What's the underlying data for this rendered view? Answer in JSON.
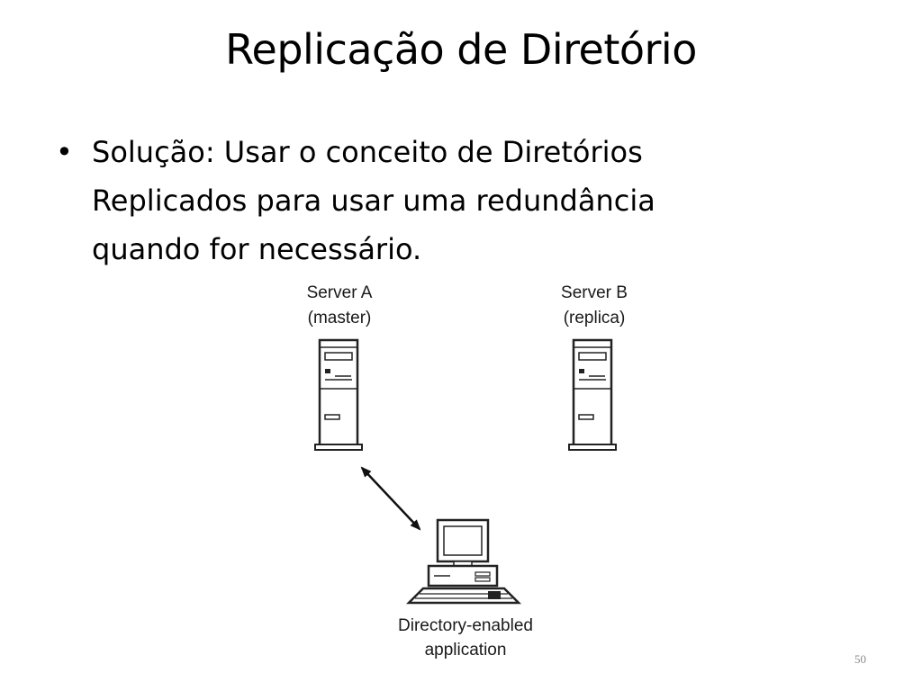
{
  "slide": {
    "title": "Replicação de Diretório",
    "bullet": {
      "symbol": "•",
      "lines": [
        "Solução: Usar o conceito de Diretórios",
        "Replicados para usar uma redundância",
        "quando for necessário."
      ]
    },
    "page_number": "50"
  },
  "diagram": {
    "server_a": {
      "name": "Server A",
      "role": "(master)",
      "icon": "server-tower-icon"
    },
    "server_b": {
      "name": "Server B",
      "role": "(replica)",
      "icon": "server-tower-icon"
    },
    "client": {
      "line1": "Directory-enabled",
      "line2": "application",
      "icon": "desktop-computer-icon"
    },
    "connection": {
      "from": "Server A",
      "to": "Directory-enabled application",
      "icon": "double-headed-arrow-icon"
    }
  }
}
